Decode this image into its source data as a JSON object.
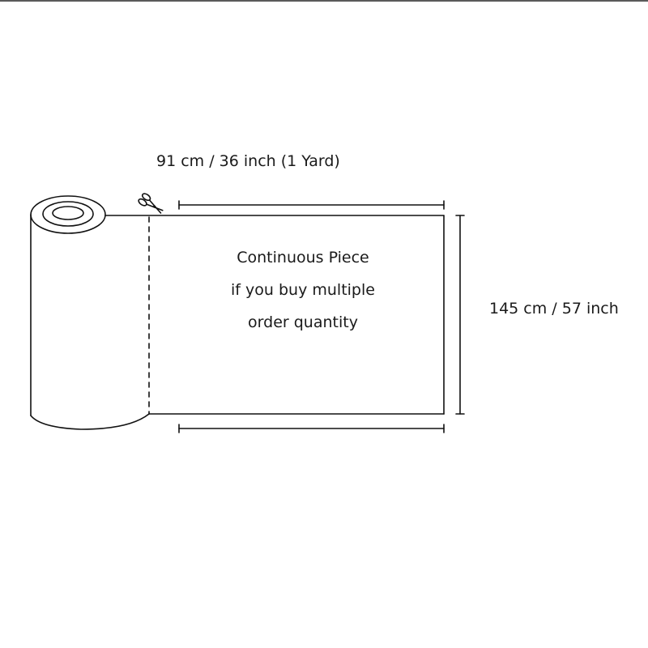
{
  "dimensions": {
    "width_label": "91 cm / 36 inch (1 Yard)",
    "height_label": "145 cm / 57 inch"
  },
  "piece_note": {
    "line1": "Continuous Piece",
    "line2": "if you buy multiple",
    "line3": "order quantity"
  },
  "icons": {
    "cut": "scissors-icon"
  },
  "colors": {
    "stroke": "#111111",
    "text": "#1a1a1a",
    "background": "#ffffff"
  }
}
